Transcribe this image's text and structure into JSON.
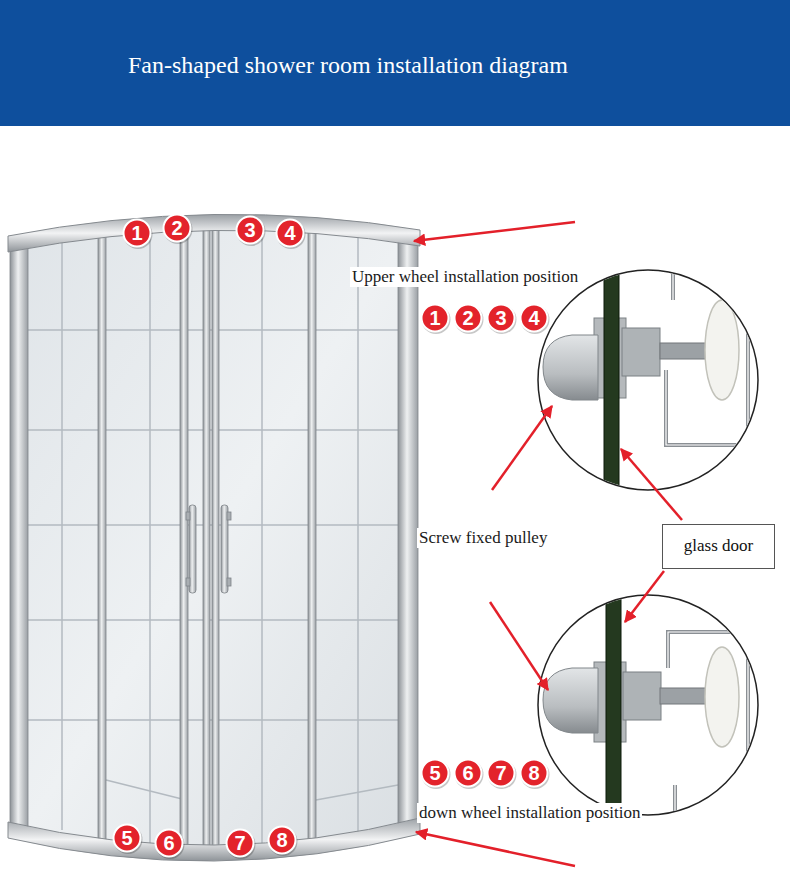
{
  "diagram": {
    "title": "Fan-shaped shower room installation diagram",
    "nodes": [
      {
        "text": [
          "1"
        ]
      },
      {
        "text": [
          "2"
        ]
      },
      {
        "text": [
          "3"
        ]
      },
      {
        "text": [
          "4"
        ]
      },
      {
        "text": [
          "1"
        ]
      },
      {
        "text": [
          "2"
        ]
      },
      {
        "text": [
          "3"
        ]
      },
      {
        "text": [
          "4"
        ]
      },
      {
        "text": [
          "glass door"
        ]
      },
      {
        "text": [
          "5"
        ]
      },
      {
        "text": [
          "6"
        ]
      },
      {
        "text": [
          "7"
        ]
      },
      {
        "text": [
          "8"
        ]
      },
      {
        "text": [
          "5"
        ]
      },
      {
        "text": [
          "6"
        ]
      },
      {
        "text": [
          "7"
        ]
      },
      {
        "text": [
          "8"
        ]
      }
    ],
    "labels": [
      "Upper wheel installation position",
      "Screw fixed pulley",
      "down wheel installation position"
    ]
  }
}
